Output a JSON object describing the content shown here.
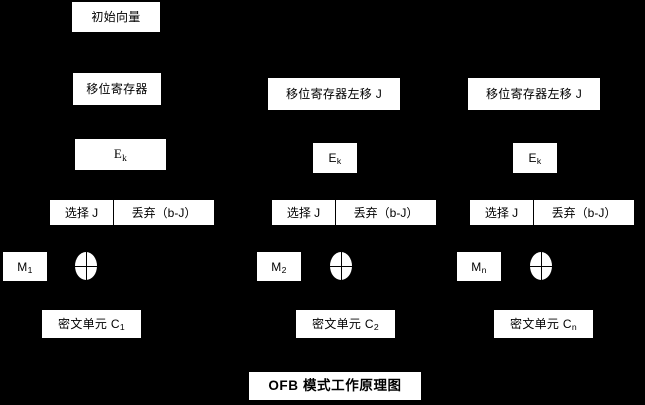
{
  "diagram": {
    "title": "OFB 模式工作原理图",
    "background_color": "#000000",
    "box_color": "#ffffff",
    "text_color": "#000000",
    "iv_label": "初始向量",
    "columns": [
      {
        "shift_register": "移位寄存器",
        "encrypt": "E",
        "encrypt_sub": "k",
        "select": "选择 J",
        "discard": "丢弃（b-J）",
        "plaintext": "M",
        "plaintext_sub": "1",
        "xor": "xor-symbol",
        "ciphertext": "密文单元 C",
        "ciphertext_sub": "1"
      },
      {
        "shift_register": "移位寄存器左移 J",
        "encrypt": "E",
        "encrypt_sub": "k",
        "select": "选择 J",
        "discard": "丢弃（b-J）",
        "plaintext": "M",
        "plaintext_sub": "2",
        "xor": "xor-symbol",
        "ciphertext": "密文单元 C",
        "ciphertext_sub": "2"
      },
      {
        "shift_register": "移位寄存器左移 J",
        "encrypt": "E",
        "encrypt_sub": "k",
        "select": "选择 J",
        "discard": "丢弃（b-J）",
        "plaintext": "M",
        "plaintext_sub": "n",
        "xor": "xor-symbol",
        "ciphertext": "密文单元 C",
        "ciphertext_sub": "n"
      }
    ]
  }
}
